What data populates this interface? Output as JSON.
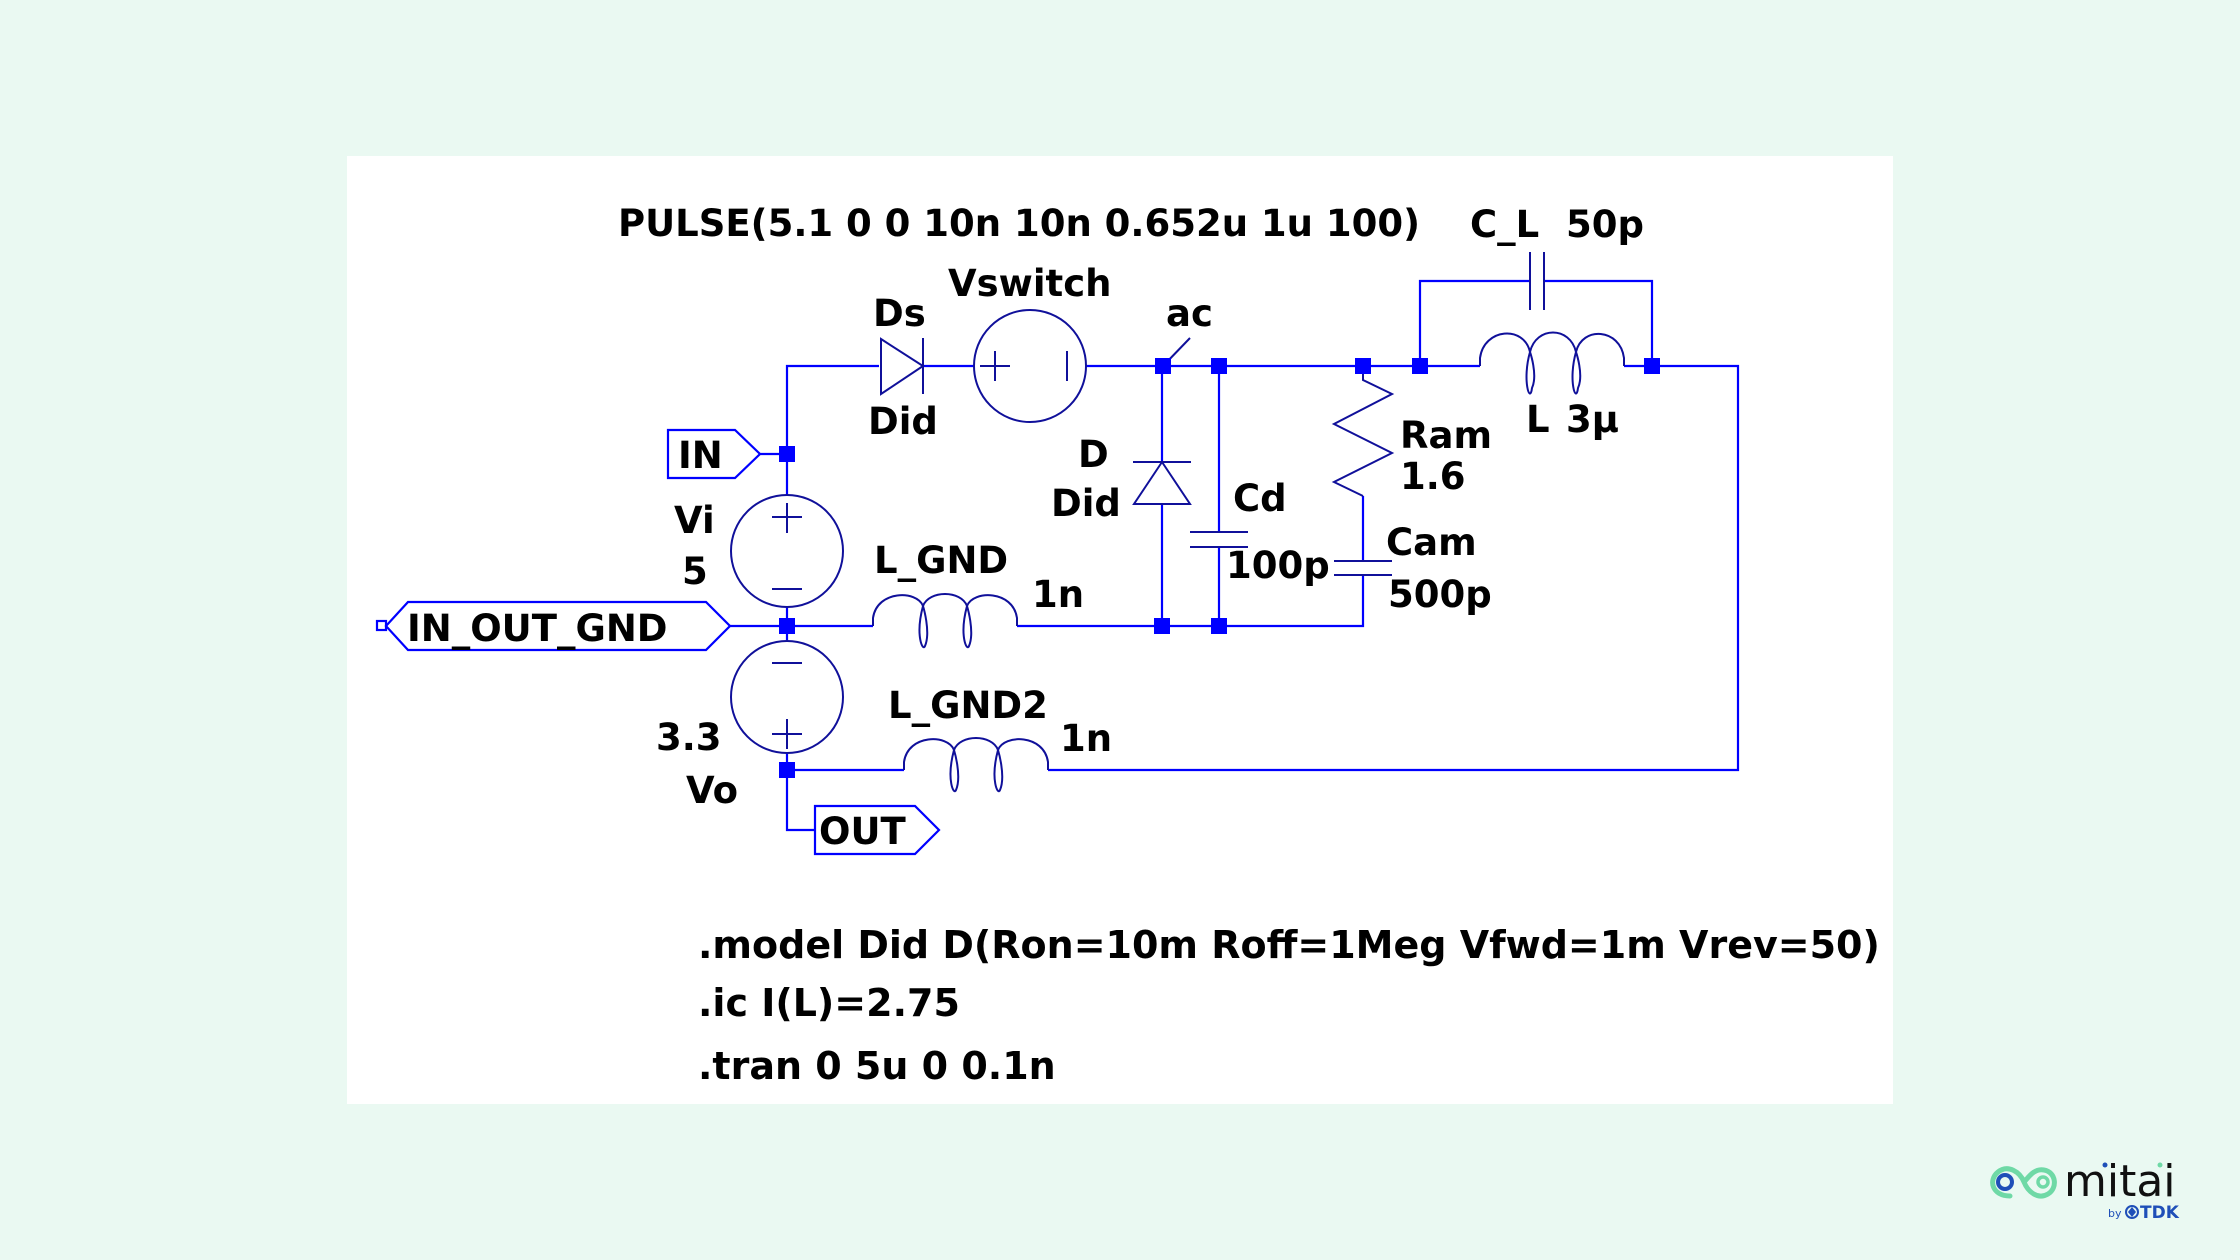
{
  "schematic": {
    "source_pulse": "PULSE(5.1 0 0 10n 10n 0.652u 1u 100)",
    "components": {
      "ds": {
        "name": "Ds",
        "model": "Did"
      },
      "vswitch": {
        "name": "Vswitch"
      },
      "ac_net": {
        "name": "ac"
      },
      "c_l": {
        "name": "C_L",
        "value": "50p"
      },
      "l": {
        "name": "L",
        "value": "3μ"
      },
      "ram": {
        "name": "Ram",
        "value": "1.6"
      },
      "cam": {
        "name": "Cam",
        "value": "500p"
      },
      "d": {
        "name": "D",
        "model": "Did"
      },
      "cd": {
        "name": "Cd",
        "value": "100p"
      },
      "vi": {
        "name": "Vi",
        "value": "5"
      },
      "vo": {
        "name": "Vo",
        "value": "3.3"
      },
      "l_gnd": {
        "name": "L_GND",
        "value": "1n"
      },
      "l_gnd2": {
        "name": "L_GND2",
        "value": "1n"
      }
    },
    "net_labels": {
      "in": "IN",
      "in_out_gnd": "IN_OUT_GND",
      "out": "OUT"
    },
    "directives": [
      ".model Did D(Ron=10m Roff=1Meg Vfwd=1m Vrev=50)",
      ".ic I(L)=2.75",
      ".tran 0 5u 0 0.1n"
    ],
    "colors": {
      "wire": "#0000FF",
      "component": "#10109A",
      "text": "#000000",
      "background": "#EAF9F2",
      "panel": "#FFFFFF"
    }
  },
  "brand": {
    "name": "mitai",
    "by": "by",
    "company": "TDK",
    "colors": {
      "green": "#6FD9A6",
      "blue": "#1F4FB8"
    }
  }
}
